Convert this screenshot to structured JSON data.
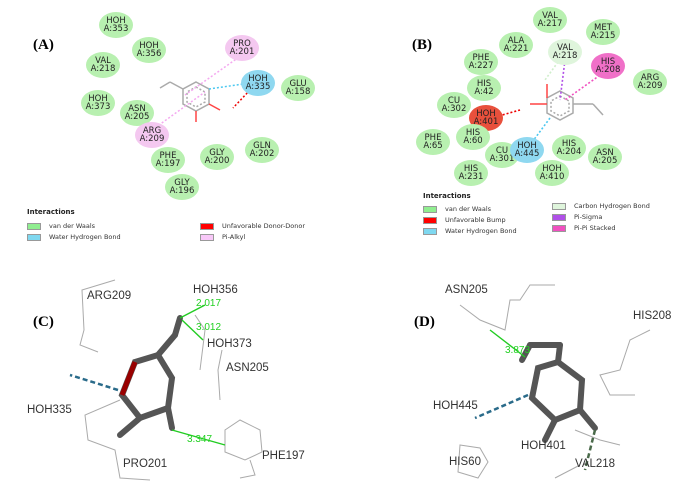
{
  "panels": {
    "a": "(A)",
    "b": "(B)",
    "c": "(C)",
    "d": "(D)"
  },
  "panel_a": {
    "residues": [
      {
        "name": "HOH",
        "id": "A:353",
        "type": "vdw"
      },
      {
        "name": "HOH",
        "id": "A:356",
        "type": "vdw"
      },
      {
        "name": "VAL",
        "id": "A:218",
        "type": "vdw"
      },
      {
        "name": "HOH",
        "id": "A:373",
        "type": "vdw"
      },
      {
        "name": "ASN",
        "id": "A:205",
        "type": "vdw"
      },
      {
        "name": "ARG",
        "id": "A:209",
        "type": "pal"
      },
      {
        "name": "PHE",
        "id": "A:197",
        "type": "vdw"
      },
      {
        "name": "GLY",
        "id": "A:200",
        "type": "vdw"
      },
      {
        "name": "GLN",
        "id": "A:202",
        "type": "vdw"
      },
      {
        "name": "GLY",
        "id": "A:196",
        "type": "vdw"
      },
      {
        "name": "PRO",
        "id": "A:201",
        "type": "pal"
      },
      {
        "name": "HOH",
        "id": "A:335",
        "type": "wat"
      },
      {
        "name": "GLU",
        "id": "A:158",
        "type": "vdw"
      }
    ],
    "legend_title": "Interactions",
    "legend": [
      {
        "label": "van der Waals",
        "color": "#90ee90"
      },
      {
        "label": "Water Hydrogen Bond",
        "color": "#7fd8f0"
      },
      {
        "label": "Unfavorable Donor-Donor",
        "color": "#ff0000"
      },
      {
        "label": "Pi-Alkyl",
        "color": "#f8c8f8"
      }
    ]
  },
  "panel_b": {
    "residues": [
      {
        "name": "VAL",
        "id": "A:217",
        "type": "vdw"
      },
      {
        "name": "MET",
        "id": "A:215",
        "type": "vdw"
      },
      {
        "name": "ALA",
        "id": "A:221",
        "type": "vdw"
      },
      {
        "name": "VAL",
        "id": "A:218",
        "type": "ch"
      },
      {
        "name": "PHE",
        "id": "A:227",
        "type": "vdw"
      },
      {
        "name": "HIS",
        "id": "A:208",
        "type": "pps"
      },
      {
        "name": "ARG",
        "id": "A:209",
        "type": "vdw"
      },
      {
        "name": "HIS",
        "id": "A:42",
        "type": "vdw"
      },
      {
        "name": "CU",
        "id": "A:302",
        "type": "vdw"
      },
      {
        "name": "HOH",
        "id": "A:401",
        "type": "bump"
      },
      {
        "name": "HIS",
        "id": "A:60",
        "type": "vdw"
      },
      {
        "name": "PHE",
        "id": "A:65",
        "type": "vdw"
      },
      {
        "name": "CU",
        "id": "A:301",
        "type": "vdw"
      },
      {
        "name": "HOH",
        "id": "A:445",
        "type": "wat"
      },
      {
        "name": "HIS",
        "id": "A:204",
        "type": "vdw"
      },
      {
        "name": "ASN",
        "id": "A:205",
        "type": "vdw"
      },
      {
        "name": "HIS",
        "id": "A:231",
        "type": "vdw"
      },
      {
        "name": "HOH",
        "id": "A:410",
        "type": "vdw"
      }
    ],
    "legend_title": "Interactions",
    "legend": [
      {
        "label": "van der Waals",
        "color": "#90ee90"
      },
      {
        "label": "Unfavorable Bump",
        "color": "#ff0000"
      },
      {
        "label": "Water Hydrogen Bond",
        "color": "#7fd8f0"
      },
      {
        "label": "Carbon Hydrogen Bond",
        "color": "#dff5dc"
      },
      {
        "label": "Pi-Sigma",
        "color": "#b050e8"
      },
      {
        "label": "Pi-Pi Stacked",
        "color": "#f050c0"
      }
    ]
  },
  "panel_c": {
    "labels": [
      "ARG209",
      "HOH356",
      "HOH373",
      "ASN205",
      "HOH335",
      "PRO201",
      "PHE197"
    ],
    "distances": [
      "2.017",
      "3.012",
      "3.347"
    ]
  },
  "panel_d": {
    "labels": [
      "ASN205",
      "HIS208",
      "HOH445",
      "HOH401",
      "HIS60",
      "VAL218"
    ],
    "distances": [
      "3.873"
    ]
  }
}
